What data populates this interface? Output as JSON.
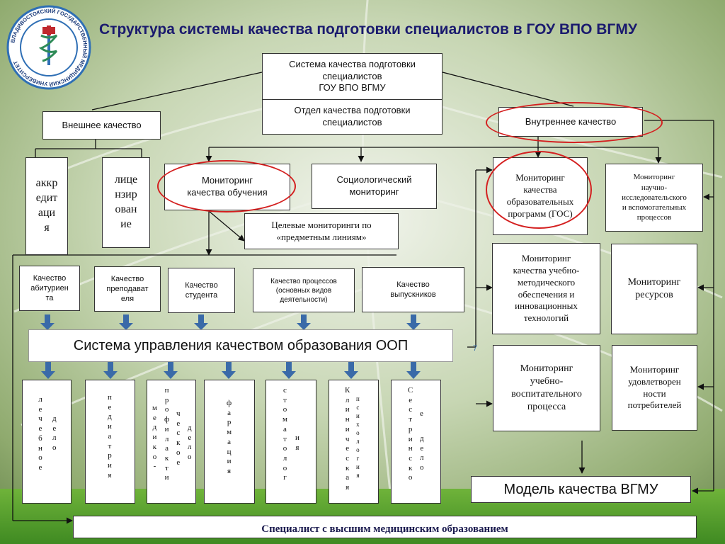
{
  "title": "Структура системы качества подготовки специалистов в ГОУ ВПО ВГМУ",
  "logo": {
    "text": "ВЛАДИВОСТОКСКИЙ ГОСУДАРСТВЕННЫЙ МЕДИЦИНСКИЙ УНИВЕРСИТЕТ",
    "icon": "caduceus-icon",
    "colors": {
      "ring": "#2f6fb5",
      "accent": "#c0282d",
      "snake": "#2e8b57"
    }
  },
  "top": {
    "system_line1": "Система качества подготовки",
    "system_line2": "специалистов",
    "system_line3": "ГОУ ВПО ВГМУ",
    "dept_line1": "Отдел качества подготовки",
    "dept_line2": "специалистов"
  },
  "external": {
    "label": "Внешнее качество",
    "accreditation": [
      "аккр",
      "едит",
      "аци",
      "я"
    ],
    "licensing": [
      "лице",
      "нзир",
      "ован",
      "ие"
    ]
  },
  "internal": {
    "label": "Внутреннее качество"
  },
  "monitoring": {
    "teaching": [
      "Мониторинг",
      "качества обучения"
    ],
    "sociological": [
      "Социологический",
      "мониторинг"
    ],
    "programs": [
      "Мониторинг",
      "качества",
      "образовательных",
      "программ (ГОС)"
    ],
    "research": [
      "Мониторинг",
      "научно-",
      "исследовательского",
      "и вспомогательных",
      "процессов"
    ],
    "targeted": [
      "Целевые мониторинги по",
      "«предметным линиям»"
    ],
    "methodical": [
      "Мониторинг",
      "качества  учебно-",
      "методического",
      "обеспечения и",
      "инновационных",
      "технологий"
    ],
    "resources": [
      "Мониторинг",
      "ресурсов"
    ],
    "educational": [
      "Мониторинг",
      "учебно-",
      "воспитательного",
      "процесса"
    ],
    "satisfaction": [
      "Мониторинг",
      "удовлетворен",
      "ности",
      "потребителей"
    ]
  },
  "quality_items": [
    [
      "Качество",
      "абитуриен",
      "та"
    ],
    [
      "Качество",
      "преподават",
      "еля"
    ],
    [
      "Качество",
      "студента"
    ],
    [
      "Качество процессов",
      "(основных видов",
      "деятельности)"
    ],
    [
      "Качество",
      "выпускников"
    ]
  ],
  "oop_system": "Система управления качеством образования ООП",
  "faculties": [
    {
      "name": "лечебное дело",
      "cols": [
        [
          "л",
          "е",
          "ч",
          "е",
          "б",
          "н",
          "о",
          "е"
        ],
        [
          "д",
          "е",
          "л",
          "о"
        ]
      ]
    },
    {
      "name": "педиатрия",
      "cols": [
        [
          "п",
          "е",
          "д",
          "и",
          "а",
          "т",
          "р",
          "и",
          "я"
        ]
      ]
    },
    {
      "name": "медико-профилактическое дело",
      "cols": [
        [
          "м",
          "е",
          "д",
          "и",
          "к",
          "о",
          "-"
        ],
        [
          "п",
          "р",
          "о",
          "ф",
          "и",
          "л",
          "а",
          "к",
          "т",
          "и"
        ],
        [
          "ч",
          "е",
          "с",
          "к",
          "о",
          "е"
        ],
        [
          "д",
          "е",
          "л",
          "о"
        ]
      ]
    },
    {
      "name": "фармация",
      "cols": [
        [
          "ф",
          "а",
          "р",
          "м",
          "а",
          "ц",
          "и",
          "я"
        ]
      ]
    },
    {
      "name": "стоматология",
      "cols": [
        [
          "с",
          "т",
          "о",
          "м",
          "а",
          "т",
          "о",
          "л",
          "о",
          "г"
        ],
        [
          "и",
          "я"
        ]
      ]
    },
    {
      "name": "клиническая психология",
      "cols": [
        [
          "К",
          "л",
          "и",
          "н",
          "и",
          "ч",
          "е",
          "с",
          "к",
          "а",
          "я"
        ],
        [
          "п",
          "с",
          "и",
          "х",
          "о",
          "л",
          "о",
          "г",
          "и",
          "я"
        ]
      ]
    },
    {
      "name": "сестринское дело",
      "cols": [
        [
          "С",
          "е",
          "с",
          "т",
          "р",
          "и",
          "н",
          "с",
          "к",
          "о"
        ],
        [
          "е"
        ],
        [
          "д",
          "е",
          "л",
          "о"
        ]
      ]
    }
  ],
  "mark": "7",
  "model": "Модель качества ВГМУ",
  "specialist": "Специалист с высшим медицинским образованием",
  "colors": {
    "title": "#1a1a6e",
    "oval": "#d42020",
    "arrow": "#3a6aa8",
    "grass": "#4f9a2a"
  }
}
